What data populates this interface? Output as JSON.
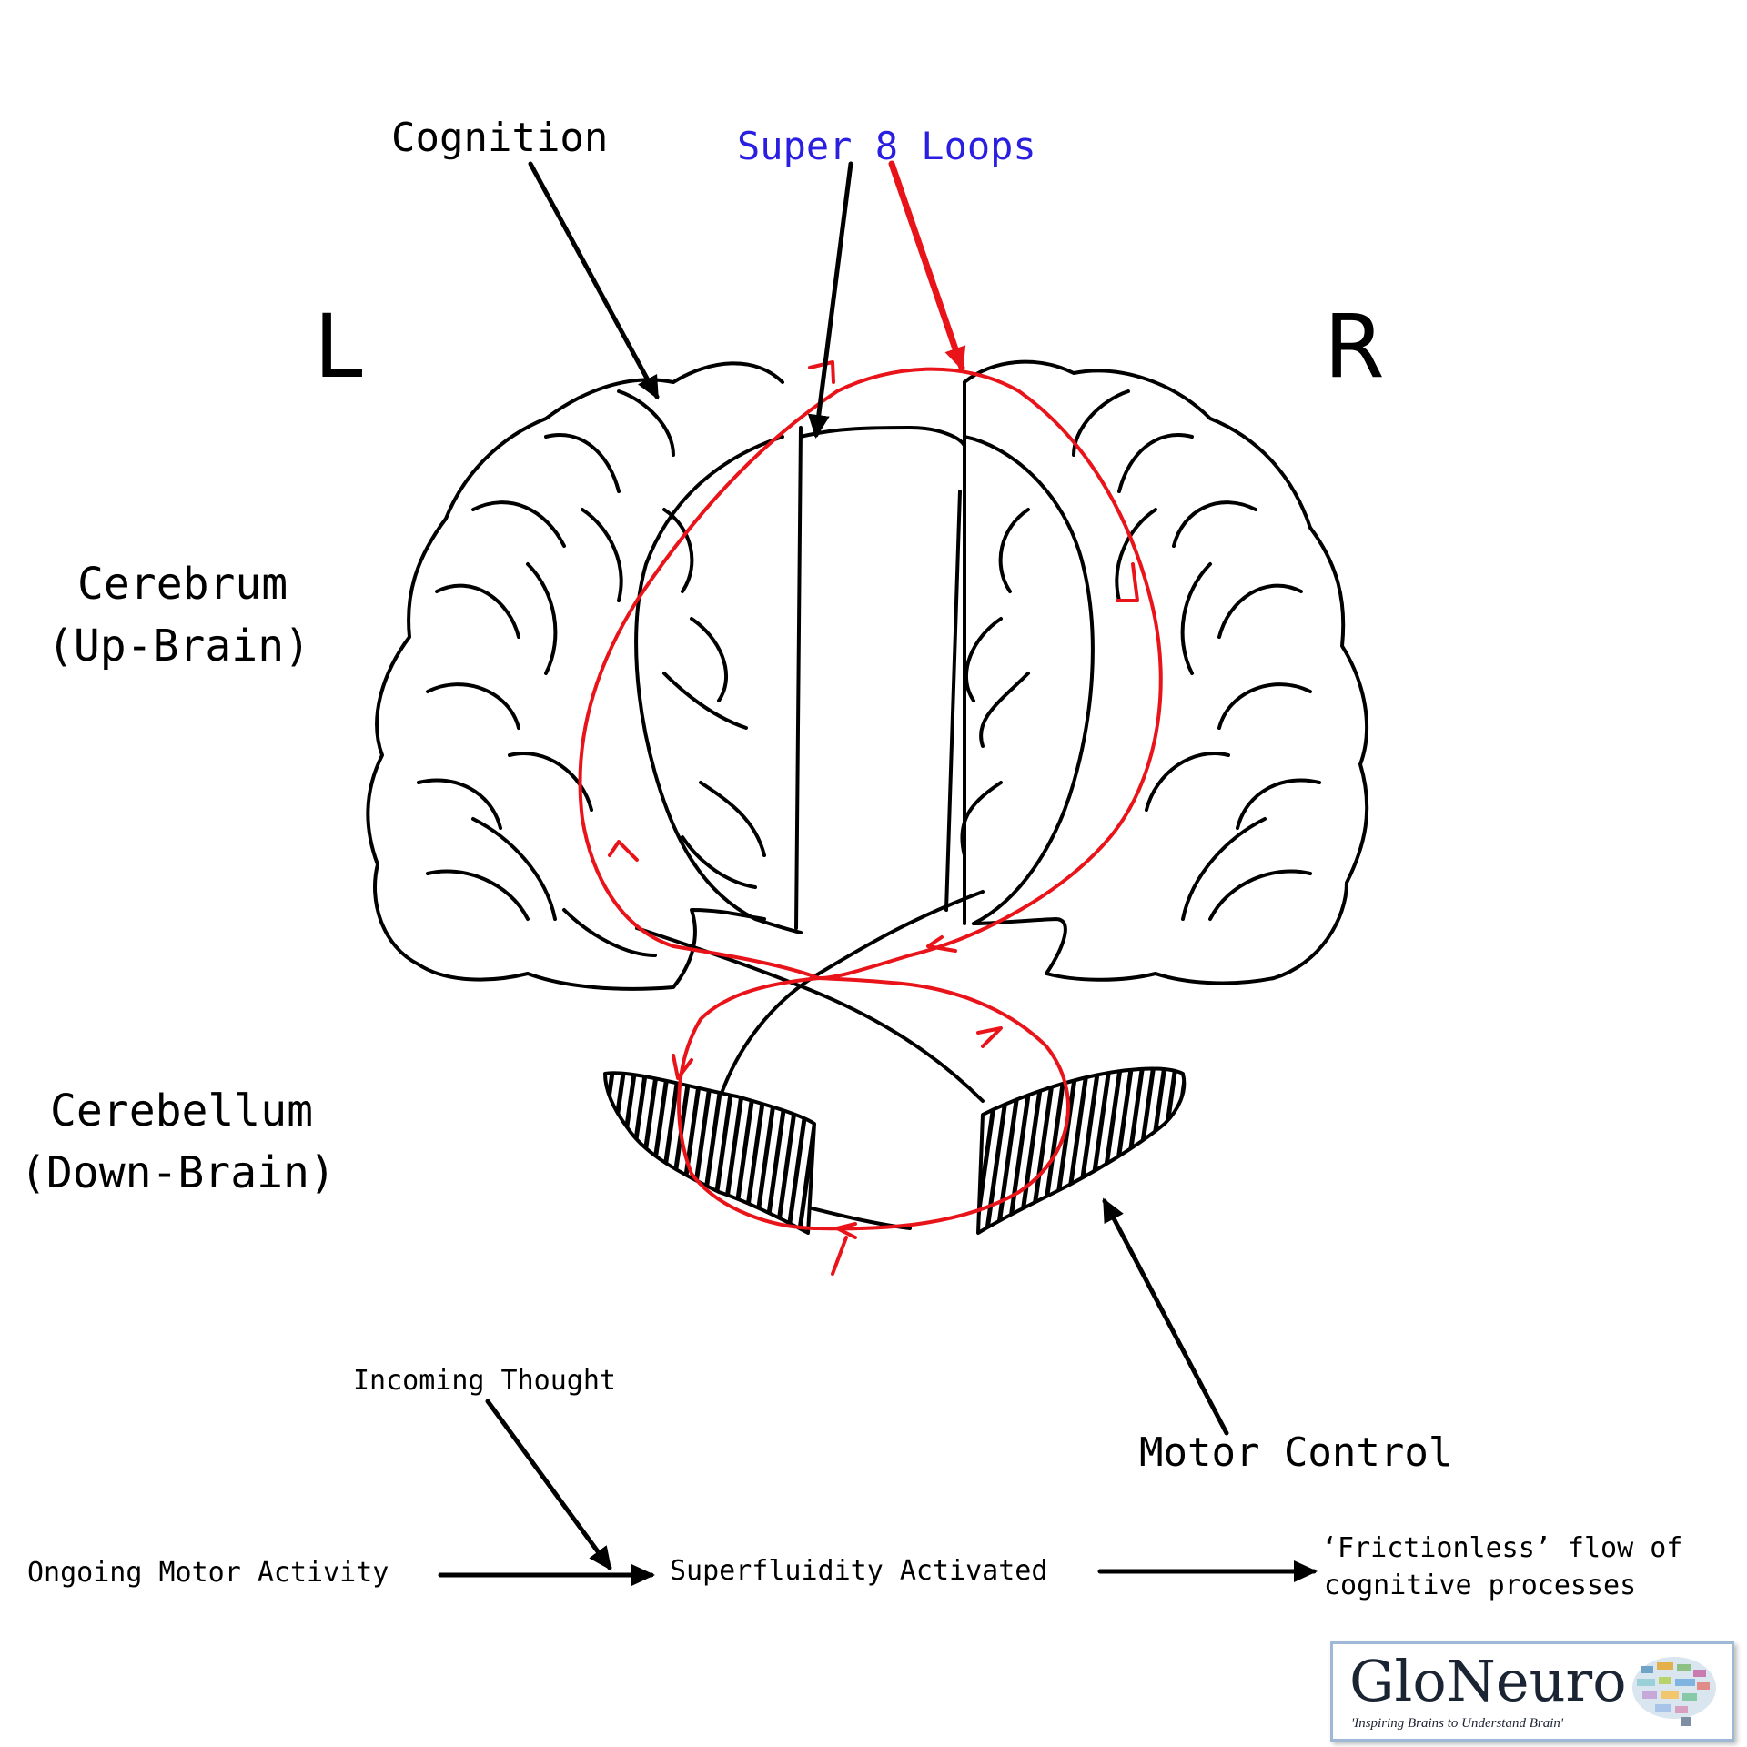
{
  "hemispheres": {
    "left": "L",
    "right": "R"
  },
  "labels": {
    "cognition": "Cognition",
    "super8": "Super 8 Loops",
    "cerebrum_line1": "Cerebrum",
    "cerebrum_line2": "(Up-Brain)",
    "cerebellum_line1": "Cerebellum",
    "cerebellum_line2": "(Down-Brain)",
    "motor_control": "Motor Control"
  },
  "flow": {
    "incoming": "Incoming Thought",
    "ongoing": "Ongoing Motor Activity",
    "superfluidity": "Superfluidity Activated",
    "result_line1": "‘Frictionless’ flow of",
    "result_line2": "cognitive processes"
  },
  "logo": {
    "name": "GloNeuro",
    "tagline": "'Inspiring Brains to Understand Brain'"
  },
  "colors": {
    "loop": "#e8141a",
    "super8_text": "#2a1fe0",
    "ink": "#000000"
  }
}
